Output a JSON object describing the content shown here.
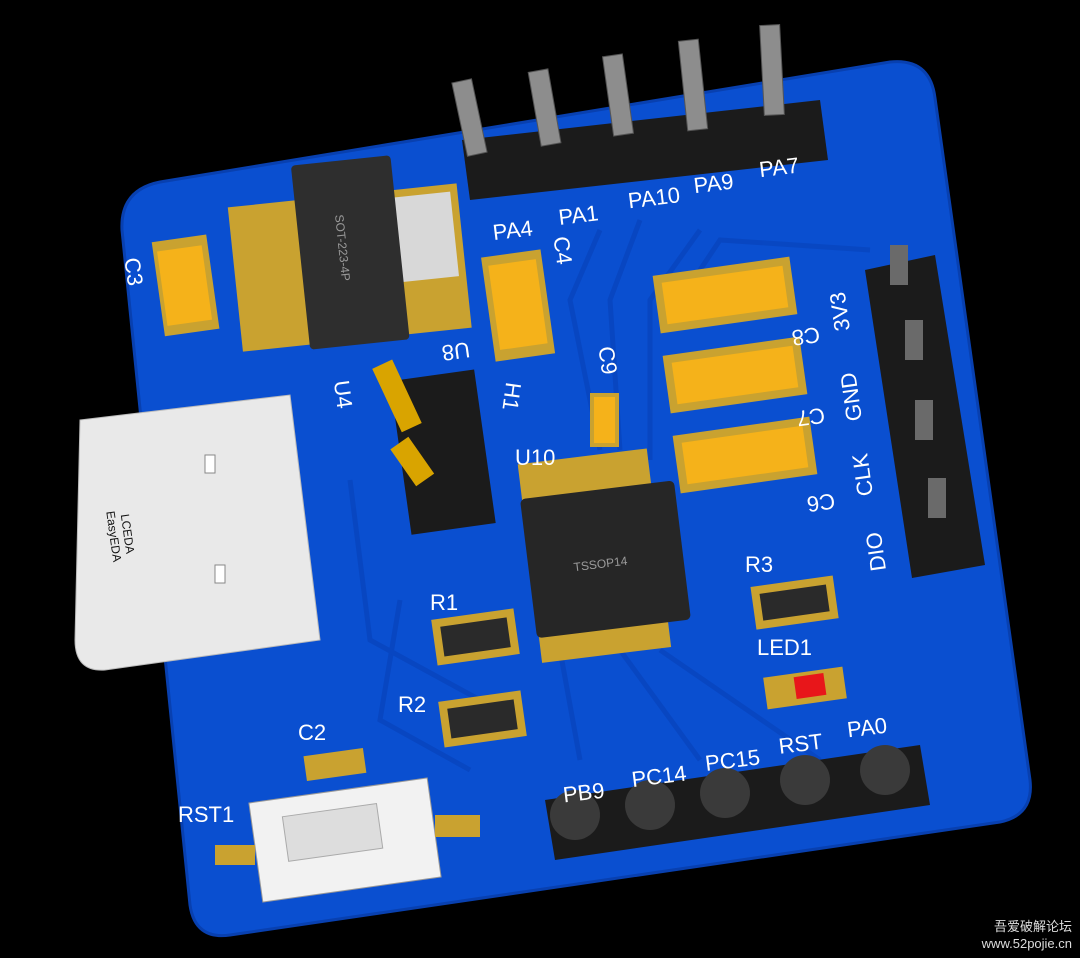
{
  "header_pins": [
    "PA4",
    "PA1",
    "PA10",
    "PA9",
    "PA7"
  ],
  "bottom_pins": [
    "PB9",
    "PC14",
    "PC15",
    "RST",
    "PA0"
  ],
  "side_pins": [
    "3V3",
    "GND",
    "CLK",
    "DIO"
  ],
  "designators": {
    "c3": "C3",
    "c4": "C4",
    "c9": "C9",
    "c8": "C8",
    "c7": "C7",
    "c6": "C6",
    "u8": "U8",
    "h1": "H1",
    "u4": "U4",
    "u10": "U10",
    "r1": "R1",
    "r2": "R2",
    "r3": "R3",
    "led1": "LED1",
    "c2": "C2",
    "rst1": "RST1"
  },
  "packages": {
    "regulator": "SOT-223-4P",
    "mcu": "TSSOP14"
  },
  "logo": {
    "line1": "LCEDA",
    "line2": "EasyEDA"
  },
  "watermark": {
    "line1": "吾爱破解论坛",
    "line2": "www.52pojie.cn"
  },
  "colors": {
    "board": "#0a4fd0",
    "pad": "#c9a230",
    "cap": "#f5b21a",
    "led": "#e8161a"
  }
}
